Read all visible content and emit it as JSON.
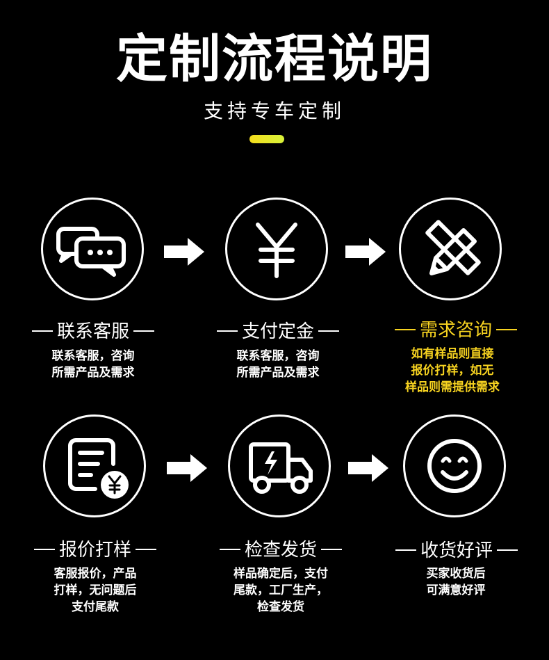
{
  "header": {
    "title": "定制流程说明",
    "subtitle": "支持专车定制",
    "accent_color": "#f4dd1c"
  },
  "steps": [
    {
      "icon": "chat-bubbles-icon",
      "title": "联系客服",
      "desc": [
        "联系客服，咨询",
        "所需产品及需求"
      ]
    },
    {
      "icon": "yen-icon",
      "title": "支付定金",
      "desc": [
        "联系客服，咨询",
        "所需产品及需求"
      ]
    },
    {
      "icon": "ruler-pencil-icon",
      "title": "需求咨询",
      "desc": [
        "如有样品则直接",
        "报价打样，如无",
        "样品则需提供需求"
      ],
      "highlight_color": "#f7d320"
    },
    {
      "icon": "invoice-yen-icon",
      "title": "报价打样",
      "desc": [
        "客服报价，产品",
        "打样，无问题后",
        "支付尾款"
      ]
    },
    {
      "icon": "delivery-truck-icon",
      "title": "检查发货",
      "desc": [
        "样品确定后，支付",
        "尾款，工厂生产，",
        "检查发货"
      ]
    },
    {
      "icon": "smiley-face-icon",
      "title": "收货好评",
      "desc": [
        "买家收货后",
        "可满意好评"
      ]
    }
  ]
}
